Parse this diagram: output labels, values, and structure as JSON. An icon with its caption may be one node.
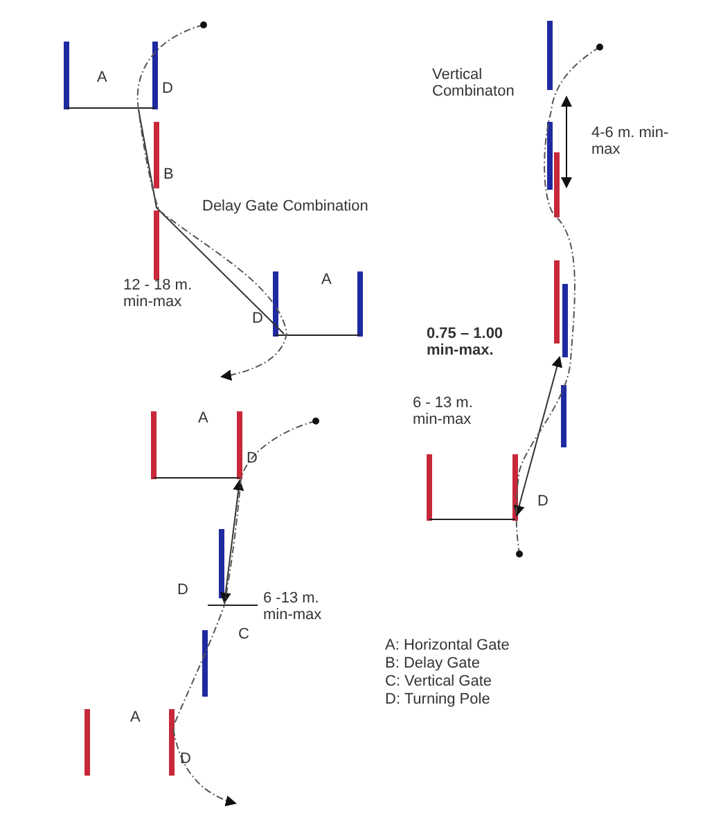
{
  "diagram": {
    "labels": [
      "A",
      "D",
      "Vertical Combinaton",
      "4-6 m. min-max",
      "B",
      "Delay Gate Combination",
      "A",
      "12 - 18 m. min-max",
      "D",
      "0.75 – 1.00 min-max.",
      "A",
      "D",
      "6 - 13 m. min-max",
      "D",
      "D",
      "6 -13 m. min-max",
      "C",
      "A: Horizontal Gate",
      "B: Delay Gate",
      "C: Vertical Gate",
      "D: Turning Pole",
      "A",
      "D"
    ]
  }
}
